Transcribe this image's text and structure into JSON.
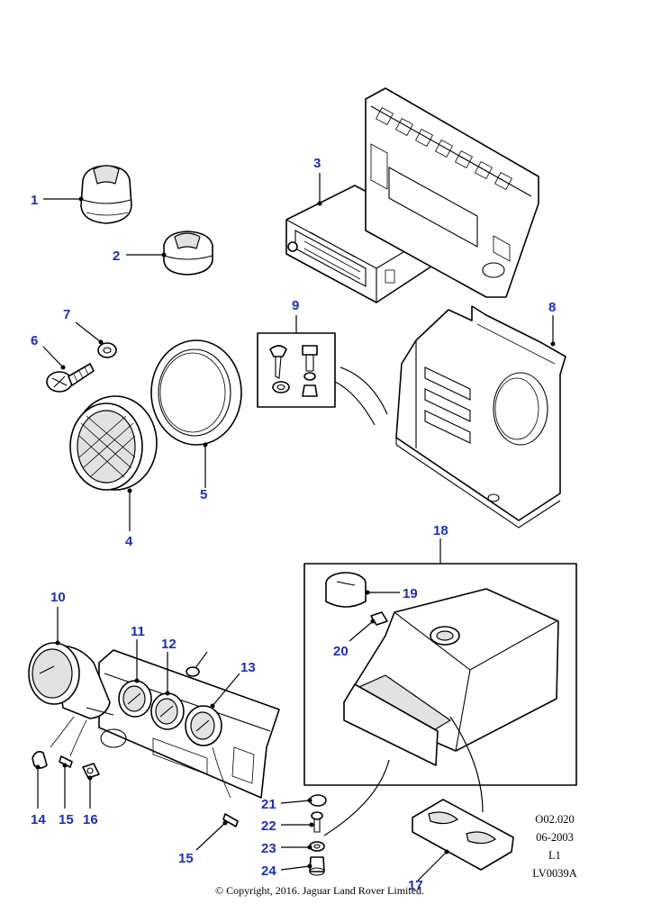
{
  "callouts": {
    "c1": "1",
    "c2": "2",
    "c3": "3",
    "c4": "4",
    "c5": "5",
    "c6": "6",
    "c7": "7",
    "c8": "8",
    "c9": "9",
    "c10": "10",
    "c11": "11",
    "c12": "12",
    "c13": "13",
    "c14": "14",
    "c15a": "15",
    "c15b": "15",
    "c16": "16",
    "c17": "17",
    "c18": "18",
    "c19": "19",
    "c20": "20",
    "c21": "21",
    "c22": "22",
    "c23": "23",
    "c24": "24"
  },
  "reference": {
    "code": "O02.020",
    "date": "06-2003",
    "sheet": "L1",
    "illustration": "LV0039A"
  },
  "copyright": "© Copyright, 2016. Jaguar Land Rover Limited.",
  "colors": {
    "callout": "#1e2fb4",
    "line": "#000000",
    "background": "#ffffff"
  }
}
